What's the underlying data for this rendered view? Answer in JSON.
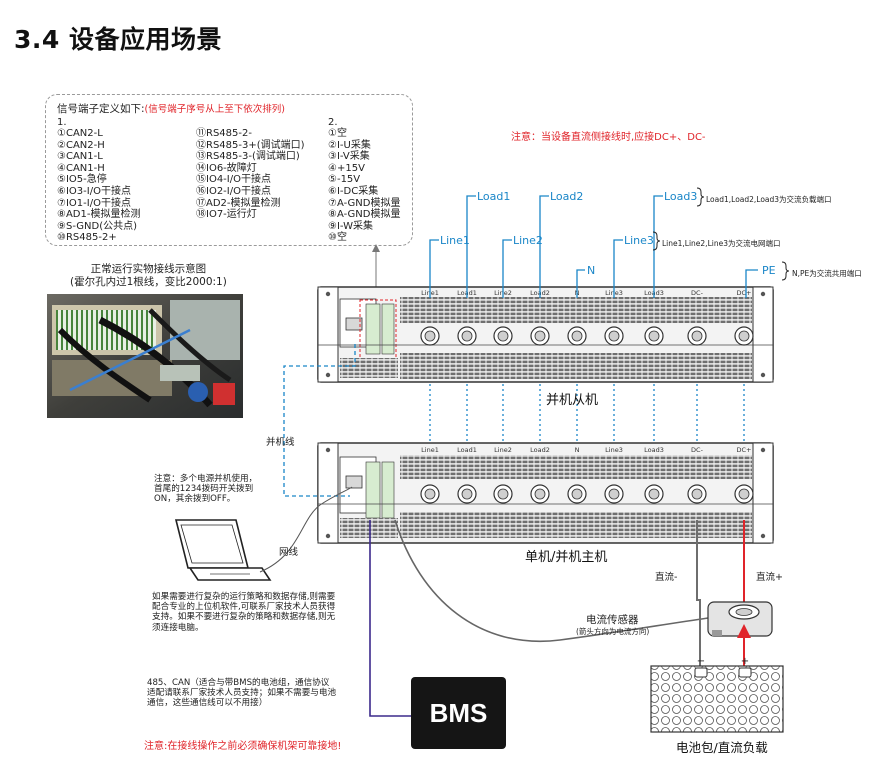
{
  "heading": "3.4 设备应用场景",
  "signal_box": {
    "title": "信号端子定义如下:",
    "title_note": "(信号端子序号从上至下依次排列)",
    "group1_label": "1.",
    "group1_col_a": [
      "①CAN2-L",
      "②CAN2-H",
      "③CAN1-L",
      "④CAN1-H",
      "⑤IO5-急停",
      "⑥IO3-I/O干接点",
      "⑦IO1-I/O干接点",
      "⑧AD1-模拟量检测",
      "⑨S-GND(公共点)",
      "⑩RS485-2+"
    ],
    "group1_col_b": [
      "⑪RS485-2-",
      "⑫RS485-3+(调试端口)",
      "⑬RS485-3-(调试端口)",
      "⑭IO6-故障灯",
      "⑮IO4-I/O干接点",
      "⑯IO2-I/O干接点",
      "⑰AD2-模拟量检测",
      "⑱IO7-运行灯"
    ],
    "group2_label": "2.",
    "group2_items": [
      "①空",
      "②I-U采集",
      "③I-V采集",
      "④+15V",
      "⑤-15V",
      "⑥I-DC采集",
      "⑦A-GND模拟量",
      "⑧A-GND模拟量",
      "⑨I-W采集",
      "⑩空"
    ]
  },
  "notes": {
    "dc_note": "注意：当设备直流侧接线时,应接DC+、DC-",
    "load_note": "Load1,Load2,Load3为交流负载端口",
    "line_note": "Line1,Line2,Line3为交流电网端口",
    "pe_note": "N,PE为交流共用端口",
    "dip_note": [
      "注意：多个电源并机使用，",
      "首尾的1234拨码开关拨到",
      "ON，其余拨到OFF。"
    ],
    "pc_note": [
      "如果需要进行复杂的运行策略和数据存储,则需要",
      "配合专业的上位机软件,可联系厂家技术人员获得",
      "支持。如果不要进行复杂的策略和数据存储,则无",
      "须连接电脑。"
    ],
    "bms_note": [
      "485、CAN（适合与带BMS的电池组，通信协议",
      "适配请联系厂家技术人员支持；如果不需要与电池",
      "通信，这些通信线可以不用接）"
    ],
    "ground_warning": "注意:在接线操作之前必须确保机架可靠接地!"
  },
  "photo_caption": [
    "正常运行实物接线示意图",
    "(霍尔孔内过1根线，变比2000:1)"
  ],
  "port_labels": {
    "load1": "Load1",
    "load2": "Load2",
    "load3": "Load3",
    "line1": "Line1",
    "line2": "Line2",
    "line3": "Line3",
    "n": "N",
    "pe": "PE"
  },
  "terminal_labels": [
    "Line1",
    "Load1",
    "Line2",
    "Load2",
    "N",
    "Line3",
    "Load3",
    "DC-",
    "DC+"
  ],
  "device_labels": {
    "slave": "并机从机",
    "master": "单机/并机主机",
    "parallel_line": "并机线",
    "network_cable": "网线",
    "dc_minus": "直流-",
    "dc_plus": "直流+",
    "sensor": "电流传感器",
    "sensor_sub": "(箭头方向为电流方向)",
    "battery": "电池包/直流负载",
    "bms": "BMS"
  },
  "colors": {
    "blue": "#1a86c8",
    "red": "#e0242a",
    "purple": "#3c2a8c",
    "gray": "#6e6e6e"
  }
}
